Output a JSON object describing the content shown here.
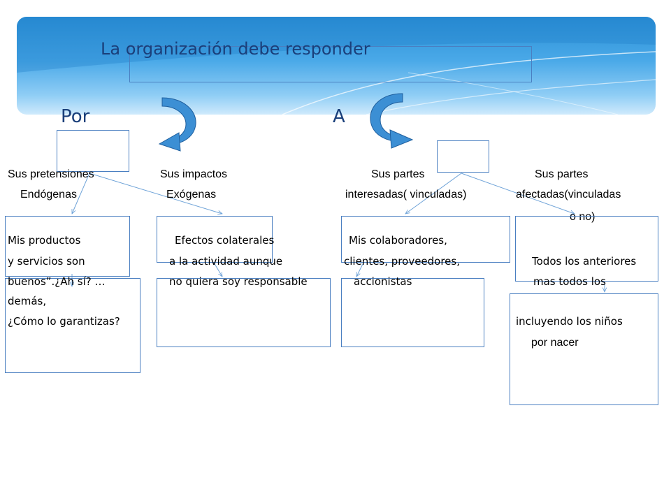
{
  "title": "La organización debe responder",
  "headings": {
    "por": "Por",
    "a": "A"
  },
  "columns": [
    {
      "line1": "Sus  pretensiones",
      "line2": "Endógenas"
    },
    {
      "line1": "Sus impactos",
      "line2": "Exógenas"
    },
    {
      "line1": "Sus partes",
      "line2": "interesadas( vinculadas)"
    },
    {
      "line1": "Sus partes",
      "line2": "afectadas(vinculadas",
      "line3": "o no)"
    }
  ],
  "texts": {
    "productos": [
      "Mis productos",
      "y servicios son",
      "buenos”.¿Ah sí? …",
      "demás,",
      "¿Cómo lo garantizas?"
    ],
    "efectos": [
      "Efectos colaterales",
      "a la actividad aunque",
      "no quiera soy responsable"
    ],
    "colaboradores": [
      "Mis colaboradores,",
      "clientes, proveedores,",
      "accionistas"
    ],
    "anteriores": [
      "Todos los anteriores",
      "mas todos los",
      "incluyendo los niños",
      "por nacer"
    ]
  },
  "colors": {
    "accent": "#2e86c8",
    "box_border": "#4a7fc1",
    "title": "#1a3f7a"
  }
}
